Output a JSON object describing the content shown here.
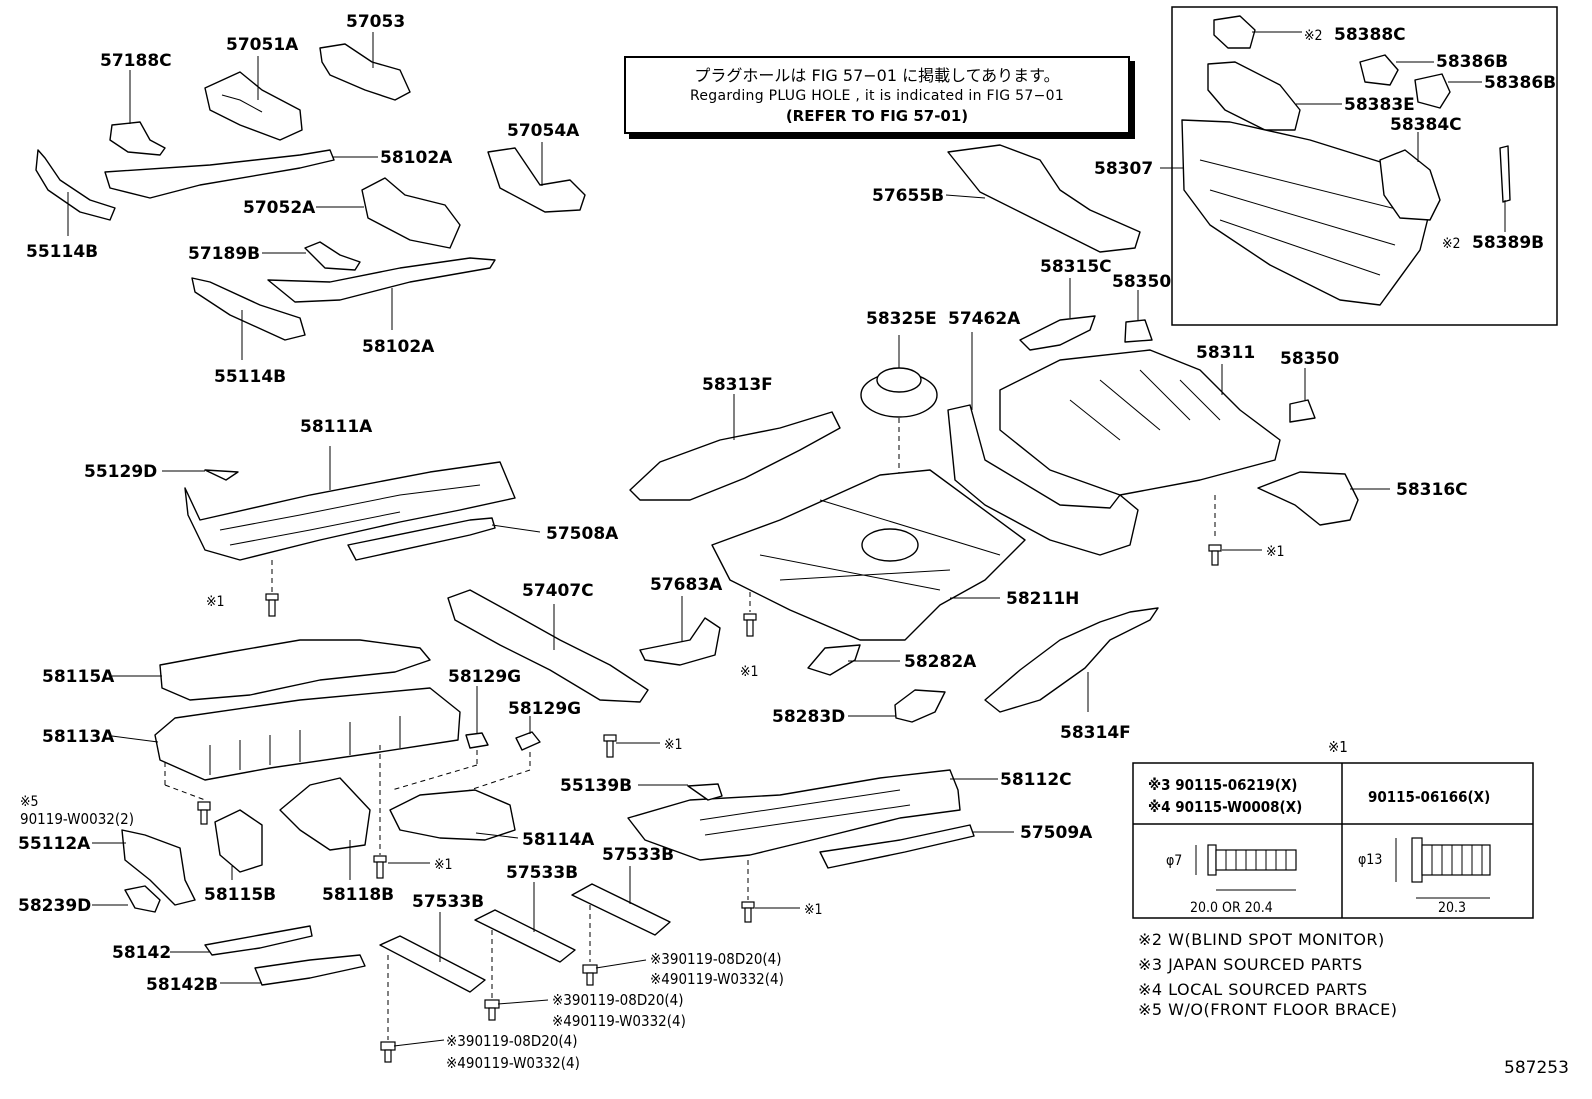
{
  "note": {
    "line1": "プラグホールは FIG  57−01 に掲載してあります。",
    "line2": "Regarding  PLUG  HOLE , it is indicated in FIG  57−01",
    "line3": "(REFER TO FIG 57-01)"
  },
  "labels": {
    "p57188C": "57188C",
    "p57051A": "57051A",
    "p57053": "57053",
    "p57054A": "57054A",
    "p58102A_top": "58102A",
    "p57052A": "57052A",
    "p55114B_left": "55114B",
    "p57189B": "57189B",
    "p55114B_mid": "55114B",
    "p58102A_mid": "58102A",
    "p58111A": "58111A",
    "p55129D": "55129D",
    "p57508A": "57508A",
    "p58115A": "58115A",
    "p58113A": "58113A",
    "p57407C": "57407C",
    "p58129G_a": "58129G",
    "p58129G_b": "58129G",
    "p57683A": "57683A",
    "p58325E": "58325E",
    "p57462A": "57462A",
    "p58313F": "58313F",
    "p58315C": "58315C",
    "p58350_a": "58350",
    "p58311": "58311",
    "p58350_b": "58350",
    "p58316C": "58316C",
    "p57655B": "57655B",
    "p58307": "58307",
    "p58388C": "58388C",
    "p58386B_a": "58386B",
    "p58386B_b": "58386B",
    "p58383E": "58383E",
    "p58384C": "58384C",
    "p58389B": "58389B",
    "p58211H": "58211H",
    "p58282A": "58282A",
    "p58283D": "58283D",
    "p58314F": "58314F",
    "p55139B": "55139B",
    "p58112C": "58112C",
    "p57509A": "57509A",
    "p58114A": "58114A",
    "p55112A": "55112A",
    "p58115B": "58115B",
    "p58118B": "58118B",
    "p58239D": "58239D",
    "p58142": "58142",
    "p58142B": "58142B",
    "p57533B_a": "57533B",
    "p57533B_b": "57533B",
    "p57533B_c": "57533B",
    "bolt_0032": "90119-W0032(2)",
    "b1a": "※390119-08D20(4)",
    "b1b": "※490119-W0332(4)",
    "b2a": "※390119-08D20(4)",
    "b2b": "※490119-W0332(4)",
    "b3a": "※390119-08D20(4)",
    "b3b": "※490119-W0332(4)"
  },
  "marks": {
    "ref1": "※1",
    "ref2": "※2",
    "ref5": "※5"
  },
  "legend_table": {
    "header_mark": "※1",
    "col1_row1": "※3 90115-06219(X)",
    "col1_row2": "※4 90115-W0008(X)",
    "col2": "90115-06166(X)",
    "dim1_dia": "φ7",
    "dim1_len": "20.0 OR 20.4",
    "dim2_dia": "φ13",
    "dim2_len": "20.3"
  },
  "notes": [
    "※2 W(BLIND SPOT MONITOR)",
    "※3 JAPAN SOURCED PARTS",
    "※4 LOCAL SOURCED PARTS",
    "※5 W/O(FRONT FLOOR BRACE)"
  ],
  "figure_id": "587253"
}
